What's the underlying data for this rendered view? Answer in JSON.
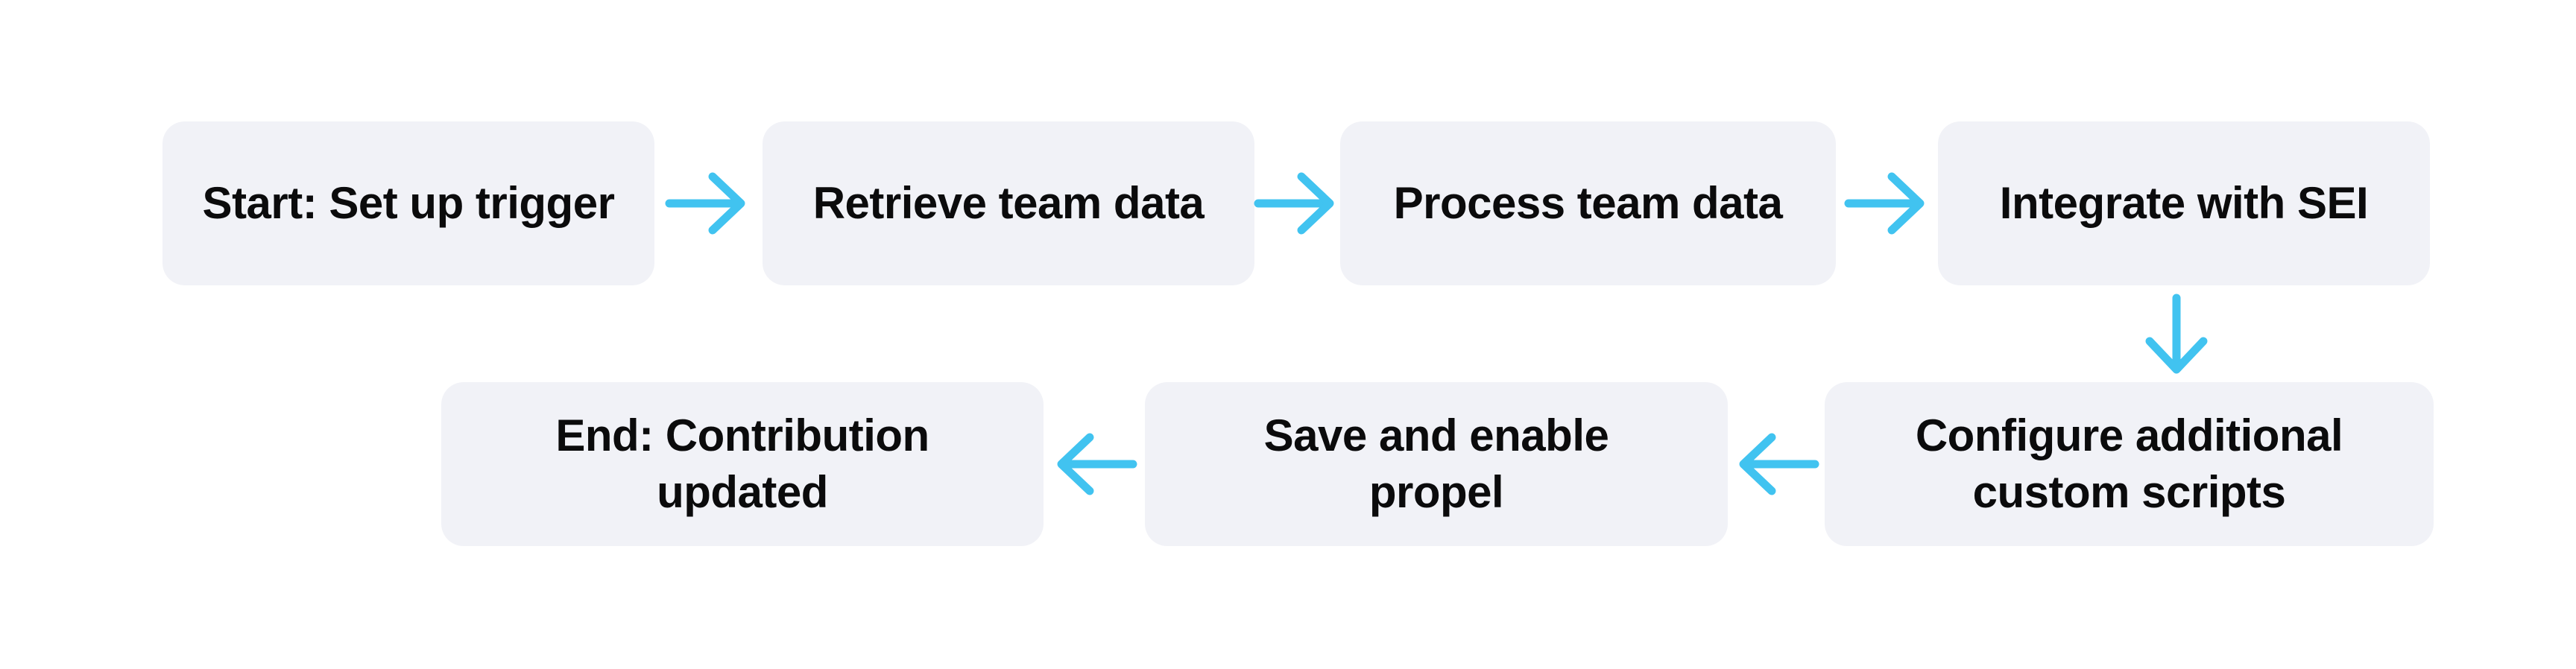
{
  "style": {
    "background": "#ffffff",
    "node_fill": "#f1f2f7",
    "node_text": "#0b0b0c",
    "arrow_color": "#41c3f0"
  },
  "flowchart": {
    "type": "workflow-diagram",
    "nodes": [
      {
        "id": "start",
        "lines": [
          "Start: Set up trigger"
        ]
      },
      {
        "id": "retrieve",
        "lines": [
          "Retrieve team data"
        ]
      },
      {
        "id": "process",
        "lines": [
          "Process team data"
        ]
      },
      {
        "id": "integrate",
        "lines": [
          "Integrate with SEI"
        ]
      },
      {
        "id": "configure",
        "lines": [
          "Configure additional",
          "custom scripts"
        ]
      },
      {
        "id": "save",
        "lines": [
          "Save and enable",
          "propel"
        ]
      },
      {
        "id": "end",
        "lines": [
          "End: Contribution",
          "updated"
        ]
      }
    ],
    "edges": [
      {
        "from": "start",
        "to": "retrieve",
        "direction": "right"
      },
      {
        "from": "retrieve",
        "to": "process",
        "direction": "right"
      },
      {
        "from": "process",
        "to": "integrate",
        "direction": "right"
      },
      {
        "from": "integrate",
        "to": "configure",
        "direction": "down"
      },
      {
        "from": "configure",
        "to": "save",
        "direction": "left"
      },
      {
        "from": "save",
        "to": "end",
        "direction": "left"
      }
    ]
  }
}
